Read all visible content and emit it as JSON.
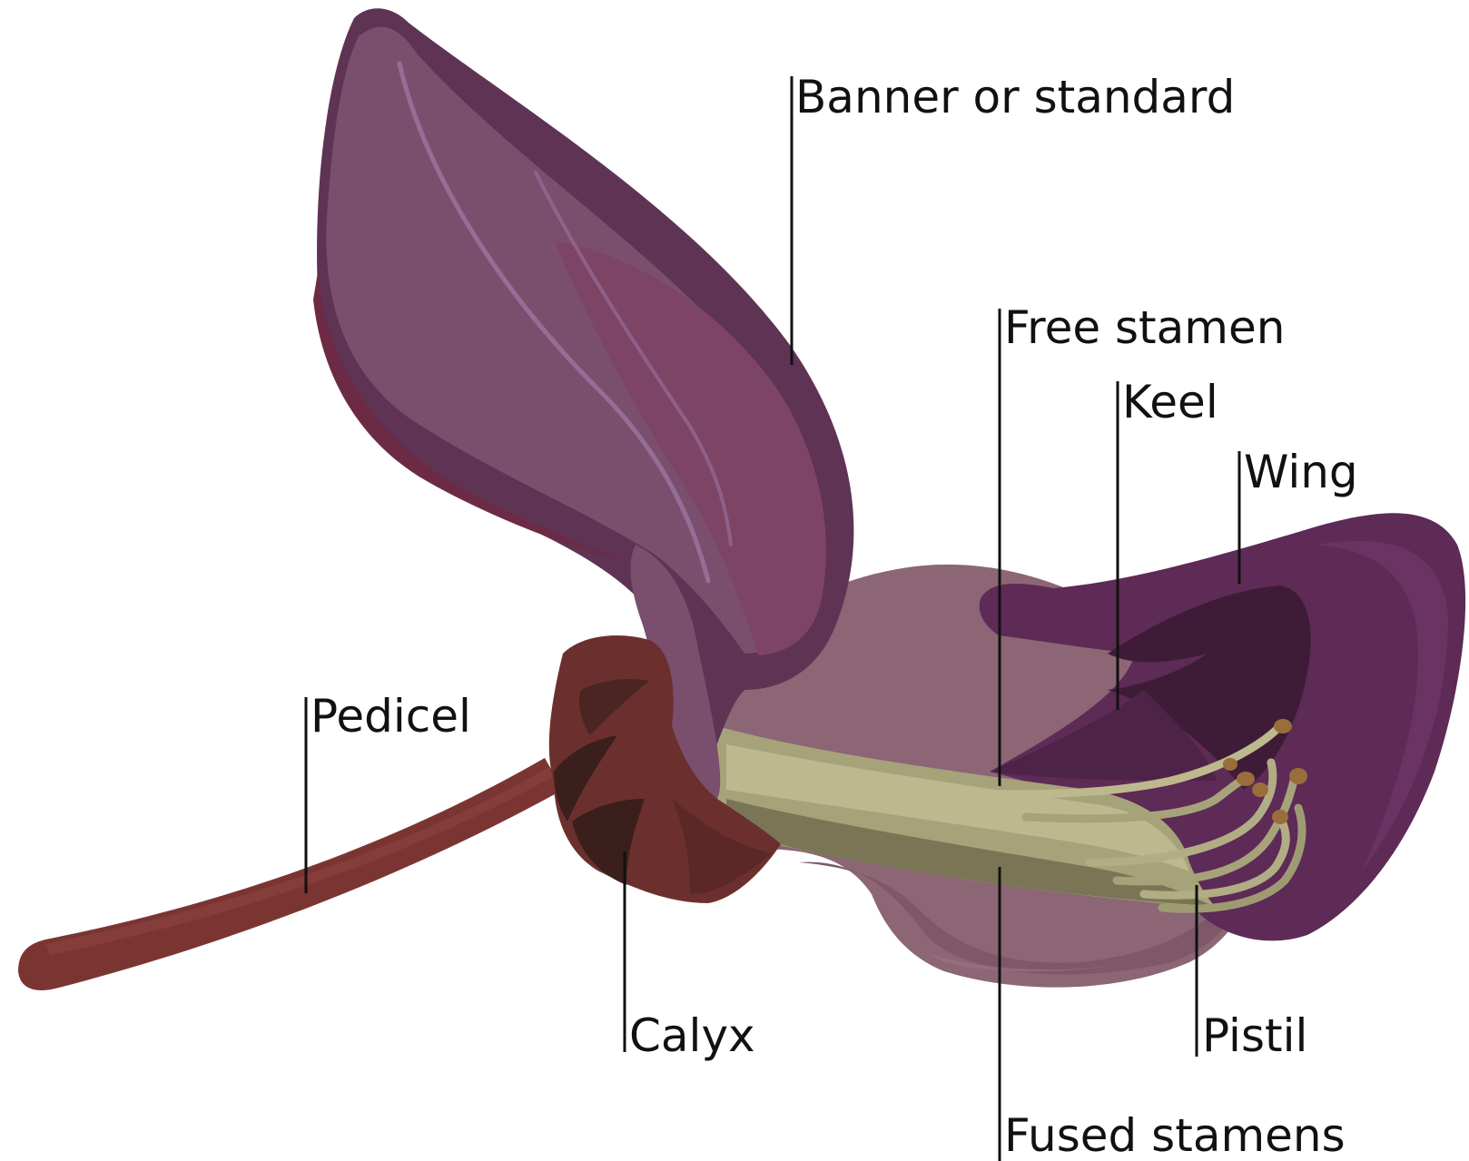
{
  "labels": {
    "banner": "Banner or standard",
    "free_stamen": "Free stamen",
    "keel": "Keel",
    "wing": "Wing",
    "pedicel": "Pedicel",
    "calyx": "Calyx",
    "pistil": "Pistil",
    "fused_stamens": "Fused stamens"
  },
  "colors": {
    "background": "#ffffff",
    "banner_dark": "#5f3354",
    "banner_mid": "#7a4f6e",
    "banner_light": "#8a5f80",
    "banner_inner": "#7e4466",
    "banner_vein": "#9a73a0",
    "wing_dark": "#5e2a56",
    "wing_mid": "#6b3363",
    "wing_shadow": "#3e1c38",
    "keel_light": "#8c6675",
    "keel_mid": "#7e5868",
    "calyx_dark": "#3a1f1c",
    "calyx_mid": "#6b302e",
    "pedicel": "#7a3533",
    "stamen": "#a6a37a",
    "stamen_light": "#bdb88e",
    "stamen_shadow": "#7a7655",
    "anther": "#9a6e3a",
    "leader_line": "#111111",
    "label_text": "#111111"
  }
}
